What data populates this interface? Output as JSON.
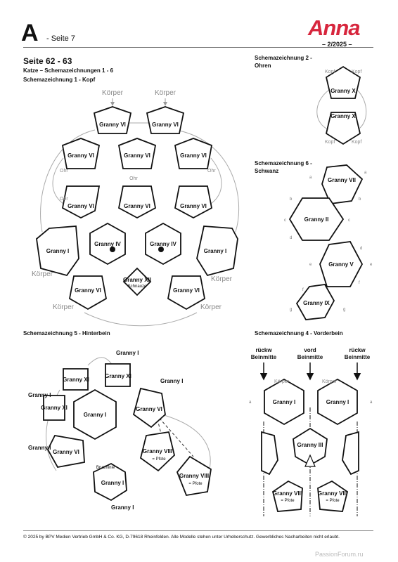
{
  "header": {
    "letter": "A",
    "page": "- Seite 7",
    "brand": "Anna",
    "issue": "– 2/2025 –"
  },
  "section_main": {
    "title": "Seite 62 - 63",
    "subtitle": "Katze – Schemazeichnungen 1 - 6",
    "sub1": "Schemazeichnung 1 - Kopf"
  },
  "section2": {
    "line1": "Schemazeichnung 2 -",
    "line2": "Ohren"
  },
  "section6": {
    "line1": "Schemazeichnung 6 -",
    "line2": "Schwanz"
  },
  "section5": {
    "title": "Schemazeichnung 5 - Hinterbein"
  },
  "section4": {
    "title": "Schemazeichnung 4 - Vorderbein"
  },
  "footer": {
    "text": "© 2025 by BPV Medien Vertrieb GmbH & Co. KG, D-79618 Rheinfelden. Alle Modelle stehen unter Urheberschutz. Gewerbliches Nacharbeiten nicht erlaubt.",
    "watermark": "PassionForum.ru"
  },
  "labels": {
    "g1": "Granny I",
    "g2": "Granny II",
    "g3": "Granny III",
    "g4": "Granny IV",
    "g5": "Granny V",
    "g6": "Granny VI",
    "g7": "Granny VII",
    "g8": "Granny VIII",
    "g9": "Granny IX",
    "g10": "Granny X",
    "g11": "Granny XI",
    "g12": "Granny XII",
    "koerper": "Körper",
    "ohr": "Ohr",
    "kopf": "Kopf",
    "schnauze": "Schnauze",
    "bruchlinie": "Bruchlinie",
    "pfote": "= Pfote",
    "rueckw": "rückw",
    "vord": "vord",
    "beinmitte": "Beinmitte",
    "a": "a",
    "b": "b",
    "c": "c",
    "d": "d",
    "e": "e",
    "f": "f",
    "g": "g"
  }
}
